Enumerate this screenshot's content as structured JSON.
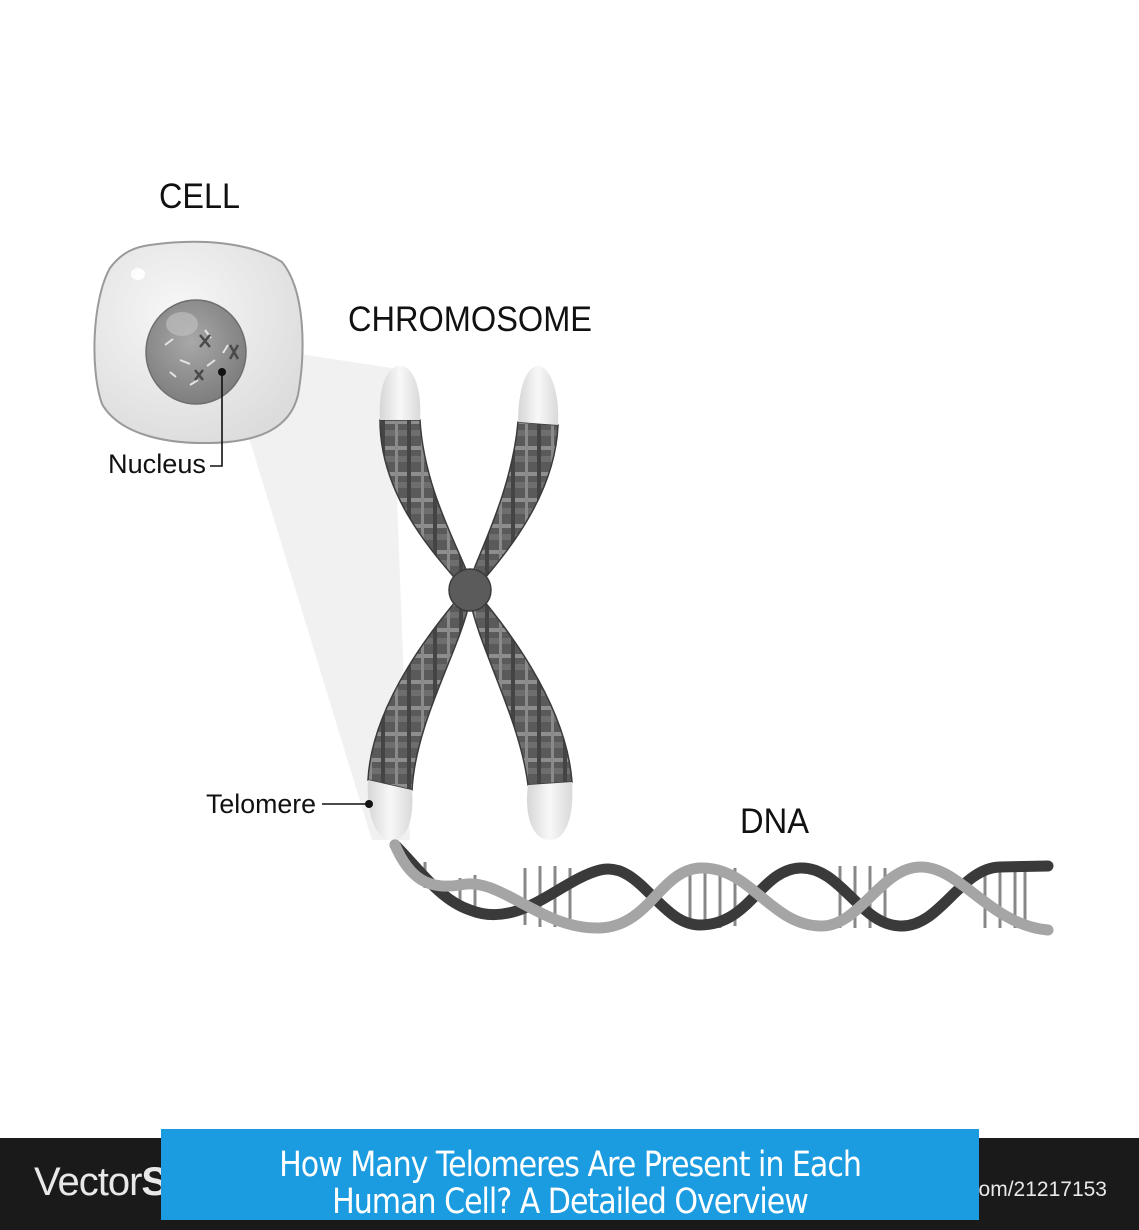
{
  "labels": {
    "cell": "CELL",
    "chromosome": "CHROMOSOME",
    "nucleus": "Nucleus",
    "telomere": "Telomere",
    "dna": "DNA"
  },
  "watermark": {
    "brand_visible": "Vector",
    "brand_partial": "S",
    "url_fragment": "om/21217153"
  },
  "banner": {
    "title": "How Many Telomeres Are Present in Each Human Cell? A Detailed Overview",
    "color": "#1b9be0"
  },
  "colors": {
    "chromosome_band_dark": "#555555",
    "chromosome_band_light": "#9a9a9a",
    "telomere": "#e8e8e8",
    "dna_dark": "#3a3a3a",
    "dna_light": "#aaaaaa",
    "footer": "#1a1a1a"
  }
}
